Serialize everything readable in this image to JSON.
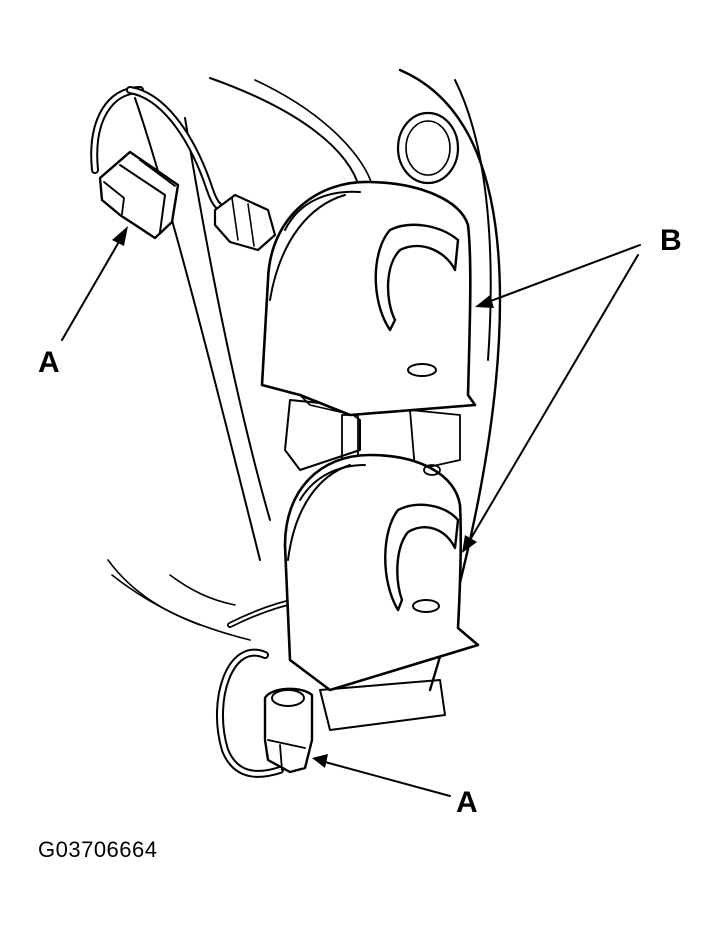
{
  "labels": {
    "a_upper": "A",
    "a_lower": "A",
    "b": "B",
    "figure_code": "G03706664"
  },
  "parts": {
    "connector": "horn-connector",
    "horn": "horn"
  },
  "colors": {
    "ink": "#000000",
    "paper": "#ffffff"
  }
}
